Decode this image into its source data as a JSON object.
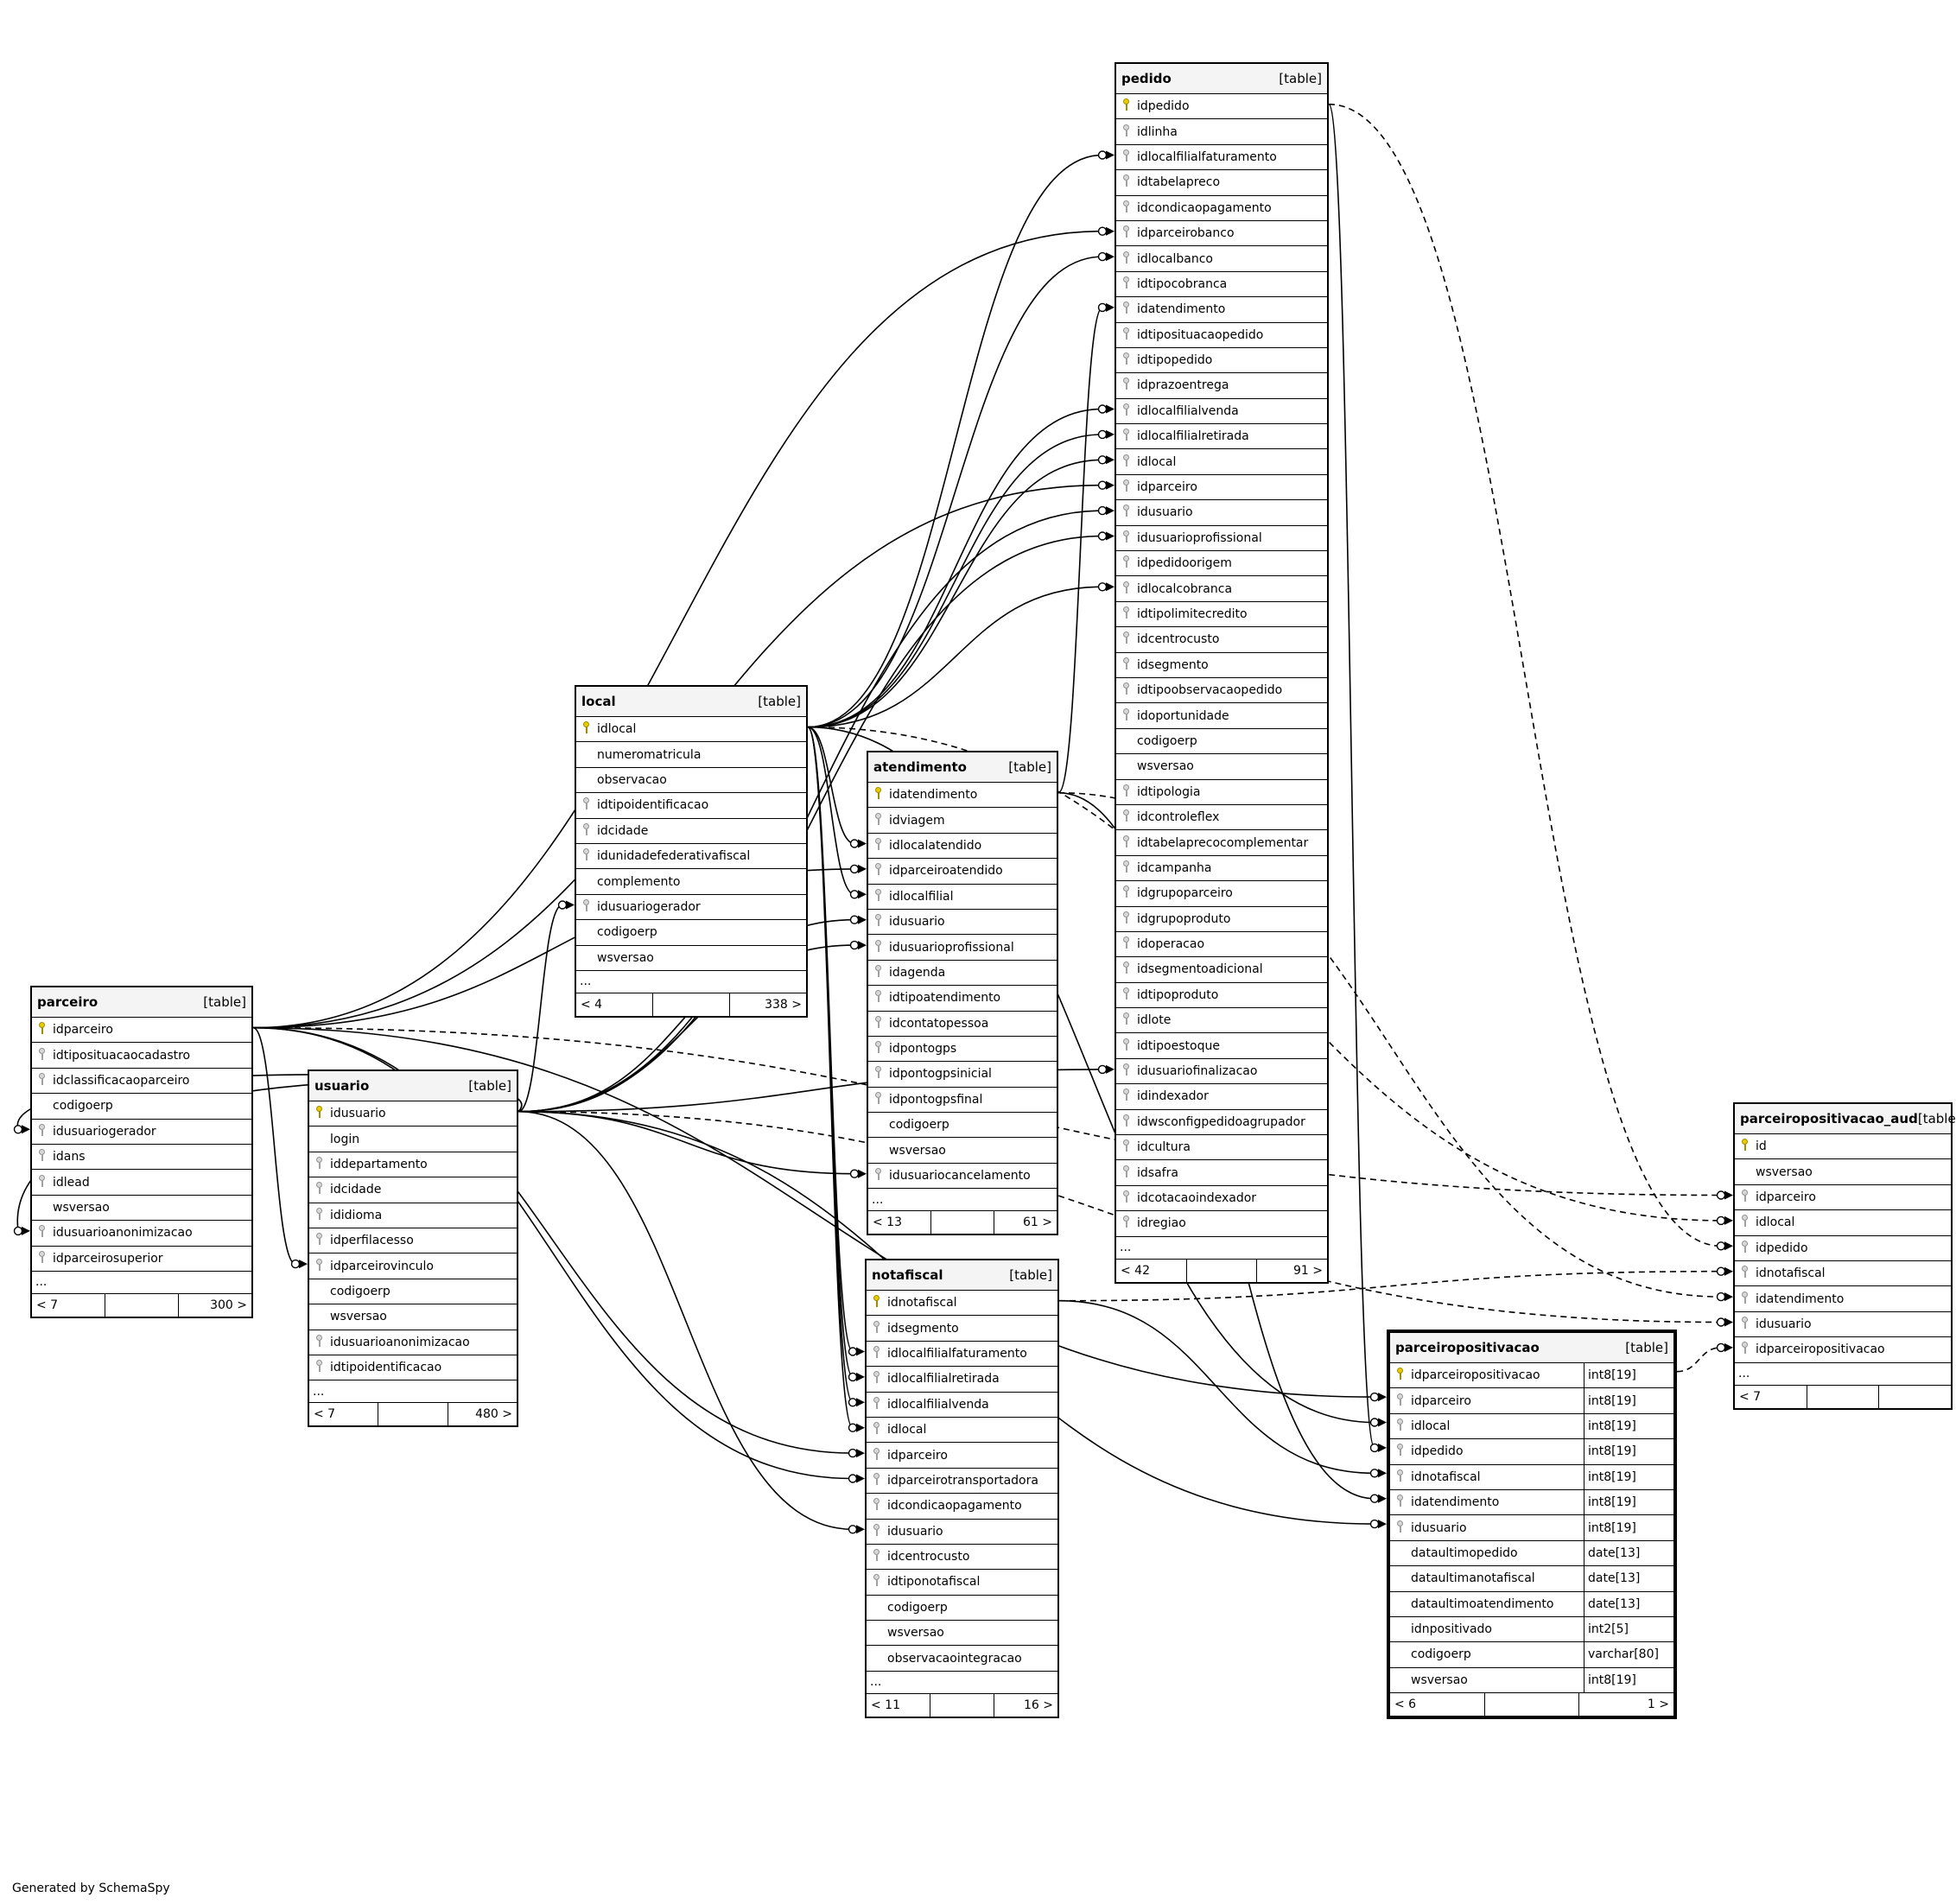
{
  "caption": "Generated by SchemaSpy",
  "table_type_label": "[table]",
  "tables": [
    {
      "id": "pedido",
      "name": "pedido",
      "focus": false,
      "columns": [
        {
          "name": "idpedido",
          "key": "pk"
        },
        {
          "name": "idlinha",
          "key": "fk"
        },
        {
          "name": "idlocalfilialfaturamento",
          "key": "fk"
        },
        {
          "name": "idtabelapreco",
          "key": "fk"
        },
        {
          "name": "idcondicaopagamento",
          "key": "fk"
        },
        {
          "name": "idparceirobanco",
          "key": "fk"
        },
        {
          "name": "idlocalbanco",
          "key": "fk"
        },
        {
          "name": "idtipocobranca",
          "key": "fk"
        },
        {
          "name": "idatendimento",
          "key": "fk"
        },
        {
          "name": "idtiposituacaopedido",
          "key": "fk"
        },
        {
          "name": "idtipopedido",
          "key": "fk"
        },
        {
          "name": "idprazoentrega",
          "key": "fk"
        },
        {
          "name": "idlocalfilialvenda",
          "key": "fk"
        },
        {
          "name": "idlocalfilialretirada",
          "key": "fk"
        },
        {
          "name": "idlocal",
          "key": "fk"
        },
        {
          "name": "idparceiro",
          "key": "fk"
        },
        {
          "name": "idusuario",
          "key": "fk"
        },
        {
          "name": "idusuarioprofissional",
          "key": "fk"
        },
        {
          "name": "idpedidoorigem",
          "key": "fk"
        },
        {
          "name": "idlocalcobranca",
          "key": "fk"
        },
        {
          "name": "idtipolimitecredito",
          "key": "fk"
        },
        {
          "name": "idcentrocusto",
          "key": "fk"
        },
        {
          "name": "idsegmento",
          "key": "fk"
        },
        {
          "name": "idtipoobservacaopedido",
          "key": "fk"
        },
        {
          "name": "idoportunidade",
          "key": "fk"
        },
        {
          "name": "codigoerp",
          "key": ""
        },
        {
          "name": "wsversao",
          "key": ""
        },
        {
          "name": "idtipologia",
          "key": "fk"
        },
        {
          "name": "idcontroleflex",
          "key": "fk"
        },
        {
          "name": "idtabelaprecocomplementar",
          "key": "fk"
        },
        {
          "name": "idcampanha",
          "key": "fk"
        },
        {
          "name": "idgrupoparceiro",
          "key": "fk"
        },
        {
          "name": "idgrupoproduto",
          "key": "fk"
        },
        {
          "name": "idoperacao",
          "key": "fk"
        },
        {
          "name": "idsegmentoadicional",
          "key": "fk"
        },
        {
          "name": "idtipoproduto",
          "key": "fk"
        },
        {
          "name": "idlote",
          "key": "fk"
        },
        {
          "name": "idtipoestoque",
          "key": "fk"
        },
        {
          "name": "idusuariofinalizacao",
          "key": "fk"
        },
        {
          "name": "idindexador",
          "key": "fk"
        },
        {
          "name": "idwsconfigpedidoagrupador",
          "key": "fk"
        },
        {
          "name": "idcultura",
          "key": "fk"
        },
        {
          "name": "idsafra",
          "key": "fk"
        },
        {
          "name": "idcotacaoindexador",
          "key": "fk"
        },
        {
          "name": "idregiao",
          "key": "fk"
        }
      ],
      "more": "...",
      "footer": [
        "< 42",
        "",
        "91 >"
      ]
    },
    {
      "id": "local",
      "name": "local",
      "focus": false,
      "columns": [
        {
          "name": "idlocal",
          "key": "pk"
        },
        {
          "name": "numeromatricula",
          "key": ""
        },
        {
          "name": "observacao",
          "key": ""
        },
        {
          "name": "idtipoidentificacao",
          "key": "fk"
        },
        {
          "name": "idcidade",
          "key": "fk"
        },
        {
          "name": "idunidadefederativafiscal",
          "key": "fk"
        },
        {
          "name": "complemento",
          "key": ""
        },
        {
          "name": "idusuariogerador",
          "key": "fk"
        },
        {
          "name": "codigoerp",
          "key": ""
        },
        {
          "name": "wsversao",
          "key": ""
        }
      ],
      "more": "...",
      "footer": [
        "< 4",
        "",
        "338 >"
      ]
    },
    {
      "id": "atendimento",
      "name": "atendimento",
      "focus": false,
      "columns": [
        {
          "name": "idatendimento",
          "key": "pk"
        },
        {
          "name": "idviagem",
          "key": "fk"
        },
        {
          "name": "idlocalatendido",
          "key": "fk"
        },
        {
          "name": "idparceiroatendido",
          "key": "fk"
        },
        {
          "name": "idlocalfilial",
          "key": "fk"
        },
        {
          "name": "idusuario",
          "key": "fk"
        },
        {
          "name": "idusuarioprofissional",
          "key": "fk"
        },
        {
          "name": "idagenda",
          "key": "fk"
        },
        {
          "name": "idtipoatendimento",
          "key": "fk"
        },
        {
          "name": "idcontatopessoa",
          "key": "fk"
        },
        {
          "name": "idpontogps",
          "key": "fk"
        },
        {
          "name": "idpontogpsinicial",
          "key": "fk"
        },
        {
          "name": "idpontogpsfinal",
          "key": "fk"
        },
        {
          "name": "codigoerp",
          "key": ""
        },
        {
          "name": "wsversao",
          "key": ""
        },
        {
          "name": "idusuariocancelamento",
          "key": "fk"
        }
      ],
      "more": "...",
      "footer": [
        "< 13",
        "",
        "61 >"
      ]
    },
    {
      "id": "parceiro",
      "name": "parceiro",
      "focus": false,
      "columns": [
        {
          "name": "idparceiro",
          "key": "pk"
        },
        {
          "name": "idtiposituacaocadastro",
          "key": "fk"
        },
        {
          "name": "idclassificacaoparceiro",
          "key": "fk"
        },
        {
          "name": "codigoerp",
          "key": ""
        },
        {
          "name": "idusuariogerador",
          "key": "fk"
        },
        {
          "name": "idans",
          "key": "fk"
        },
        {
          "name": "idlead",
          "key": "fk"
        },
        {
          "name": "wsversao",
          "key": ""
        },
        {
          "name": "idusuarioanonimizacao",
          "key": "fk"
        },
        {
          "name": "idparceirosuperior",
          "key": "fk"
        }
      ],
      "more": "...",
      "footer": [
        "< 7",
        "",
        "300 >"
      ]
    },
    {
      "id": "usuario",
      "name": "usuario",
      "focus": false,
      "columns": [
        {
          "name": "idusuario",
          "key": "pk"
        },
        {
          "name": "login",
          "key": ""
        },
        {
          "name": "iddepartamento",
          "key": "fk"
        },
        {
          "name": "idcidade",
          "key": "fk"
        },
        {
          "name": "ididioma",
          "key": "fk"
        },
        {
          "name": "idperfilacesso",
          "key": "fk"
        },
        {
          "name": "idparceirovinculo",
          "key": "fk"
        },
        {
          "name": "codigoerp",
          "key": ""
        },
        {
          "name": "wsversao",
          "key": ""
        },
        {
          "name": "idusuarioanonimizacao",
          "key": "fk"
        },
        {
          "name": "idtipoidentificacao",
          "key": "fk"
        }
      ],
      "more": "...",
      "footer": [
        "< 7",
        "",
        "480 >"
      ]
    },
    {
      "id": "notafiscal",
      "name": "notafiscal",
      "focus": false,
      "columns": [
        {
          "name": "idnotafiscal",
          "key": "pk"
        },
        {
          "name": "idsegmento",
          "key": "fk"
        },
        {
          "name": "idlocalfilialfaturamento",
          "key": "fk"
        },
        {
          "name": "idlocalfilialretirada",
          "key": "fk"
        },
        {
          "name": "idlocalfilialvenda",
          "key": "fk"
        },
        {
          "name": "idlocal",
          "key": "fk"
        },
        {
          "name": "idparceiro",
          "key": "fk"
        },
        {
          "name": "idparceirotransportadora",
          "key": "fk"
        },
        {
          "name": "idcondicaopagamento",
          "key": "fk"
        },
        {
          "name": "idusuario",
          "key": "fk"
        },
        {
          "name": "idcentrocusto",
          "key": "fk"
        },
        {
          "name": "idtiponotafiscal",
          "key": "fk"
        },
        {
          "name": "codigoerp",
          "key": ""
        },
        {
          "name": "wsversao",
          "key": ""
        },
        {
          "name": "observacaointegracao",
          "key": ""
        }
      ],
      "more": "...",
      "footer": [
        "< 11",
        "",
        "16 >"
      ]
    },
    {
      "id": "parceiropositivacao",
      "name": "parceiropositivacao",
      "focus": true,
      "columns": [
        {
          "name": "idparceiropositivacao",
          "key": "pk",
          "type": "int8[19]"
        },
        {
          "name": "idparceiro",
          "key": "fk",
          "type": "int8[19]"
        },
        {
          "name": "idlocal",
          "key": "fk",
          "type": "int8[19]"
        },
        {
          "name": "idpedido",
          "key": "fk",
          "type": "int8[19]"
        },
        {
          "name": "idnotafiscal",
          "key": "fk",
          "type": "int8[19]"
        },
        {
          "name": "idatendimento",
          "key": "fk",
          "type": "int8[19]"
        },
        {
          "name": "idusuario",
          "key": "fk",
          "type": "int8[19]"
        },
        {
          "name": "dataultimopedido",
          "key": "",
          "type": "date[13]"
        },
        {
          "name": "dataultimanotafiscal",
          "key": "",
          "type": "date[13]"
        },
        {
          "name": "dataultimoatendimento",
          "key": "",
          "type": "date[13]"
        },
        {
          "name": "idnpositivado",
          "key": "",
          "type": "int2[5]"
        },
        {
          "name": "codigoerp",
          "key": "",
          "type": "varchar[80]"
        },
        {
          "name": "wsversao",
          "key": "",
          "type": "int8[19]"
        }
      ],
      "more": "",
      "footer": [
        "< 6",
        "",
        "1 >"
      ]
    },
    {
      "id": "parceiropositivacao_aud",
      "name": "parceiropositivacao_aud",
      "focus": false,
      "columns": [
        {
          "name": "id",
          "key": "pk"
        },
        {
          "name": "wsversao",
          "key": ""
        },
        {
          "name": "idparceiro",
          "key": "fk"
        },
        {
          "name": "idlocal",
          "key": "fk"
        },
        {
          "name": "idpedido",
          "key": "fk"
        },
        {
          "name": "idnotafiscal",
          "key": "fk"
        },
        {
          "name": "idatendimento",
          "key": "fk"
        },
        {
          "name": "idusuario",
          "key": "fk"
        },
        {
          "name": "idparceiropositivacao",
          "key": "fk"
        }
      ],
      "more": "...",
      "footer": [
        "< 7",
        "",
        ""
      ]
    }
  ],
  "relationships": [
    {
      "from": "local",
      "col": "idlocal",
      "to": "pedido",
      "fkcol": "idlocalfilialfaturamento",
      "style": "solid"
    },
    {
      "from": "parceiro",
      "col": "idparceiro",
      "to": "pedido",
      "fkcol": "idparceirobanco",
      "style": "solid"
    },
    {
      "from": "local",
      "col": "idlocal",
      "to": "pedido",
      "fkcol": "idlocalbanco",
      "style": "solid"
    },
    {
      "from": "atendimento",
      "col": "idatendimento",
      "to": "pedido",
      "fkcol": "idatendimento",
      "style": "solid"
    },
    {
      "from": "local",
      "col": "idlocal",
      "to": "pedido",
      "fkcol": "idlocalfilialvenda",
      "style": "solid"
    },
    {
      "from": "local",
      "col": "idlocal",
      "to": "pedido",
      "fkcol": "idlocalfilialretirada",
      "style": "solid"
    },
    {
      "from": "local",
      "col": "idlocal",
      "to": "pedido",
      "fkcol": "idlocal",
      "style": "solid"
    },
    {
      "from": "parceiro",
      "col": "idparceiro",
      "to": "pedido",
      "fkcol": "idparceiro",
      "style": "solid"
    },
    {
      "from": "usuario",
      "col": "idusuario",
      "to": "pedido",
      "fkcol": "idusuario",
      "style": "solid"
    },
    {
      "from": "usuario",
      "col": "idusuario",
      "to": "pedido",
      "fkcol": "idusuarioprofissional",
      "style": "solid"
    },
    {
      "from": "local",
      "col": "idlocal",
      "to": "pedido",
      "fkcol": "idlocalcobranca",
      "style": "solid"
    },
    {
      "from": "usuario",
      "col": "idusuario",
      "to": "pedido",
      "fkcol": "idusuariofinalizacao",
      "style": "solid"
    },
    {
      "from": "usuario",
      "col": "idusuario",
      "to": "local",
      "fkcol": "idusuariogerador",
      "style": "solid"
    },
    {
      "from": "local",
      "col": "idlocal",
      "to": "atendimento",
      "fkcol": "idlocalatendido",
      "style": "solid"
    },
    {
      "from": "parceiro",
      "col": "idparceiro",
      "to": "atendimento",
      "fkcol": "idparceiroatendido",
      "style": "solid"
    },
    {
      "from": "local",
      "col": "idlocal",
      "to": "atendimento",
      "fkcol": "idlocalfilial",
      "style": "solid"
    },
    {
      "from": "usuario",
      "col": "idusuario",
      "to": "atendimento",
      "fkcol": "idusuario",
      "style": "solid"
    },
    {
      "from": "usuario",
      "col": "idusuario",
      "to": "atendimento",
      "fkcol": "idusuarioprofissional",
      "style": "solid"
    },
    {
      "from": "usuario",
      "col": "idusuario",
      "to": "atendimento",
      "fkcol": "idusuariocancelamento",
      "style": "solid"
    },
    {
      "from": "usuario",
      "col": "idusuario",
      "to": "parceiro",
      "fkcol": "idusuariogerador",
      "style": "solid"
    },
    {
      "from": "usuario",
      "col": "idusuario",
      "to": "parceiro",
      "fkcol": "idusuarioanonimizacao",
      "style": "solid"
    },
    {
      "from": "parceiro",
      "col": "idparceiro",
      "to": "usuario",
      "fkcol": "idparceirovinculo",
      "style": "solid"
    },
    {
      "from": "local",
      "col": "idlocal",
      "to": "notafiscal",
      "fkcol": "idlocalfilialfaturamento",
      "style": "solid"
    },
    {
      "from": "local",
      "col": "idlocal",
      "to": "notafiscal",
      "fkcol": "idlocalfilialretirada",
      "style": "solid"
    },
    {
      "from": "local",
      "col": "idlocal",
      "to": "notafiscal",
      "fkcol": "idlocalfilialvenda",
      "style": "solid"
    },
    {
      "from": "local",
      "col": "idlocal",
      "to": "notafiscal",
      "fkcol": "idlocal",
      "style": "solid"
    },
    {
      "from": "parceiro",
      "col": "idparceiro",
      "to": "notafiscal",
      "fkcol": "idparceiro",
      "style": "solid"
    },
    {
      "from": "parceiro",
      "col": "idparceiro",
      "to": "notafiscal",
      "fkcol": "idparceirotransportadora",
      "style": "solid"
    },
    {
      "from": "usuario",
      "col": "idusuario",
      "to": "notafiscal",
      "fkcol": "idusuario",
      "style": "solid"
    },
    {
      "from": "parceiro",
      "col": "idparceiro",
      "to": "parceiropositivacao",
      "fkcol": "idparceiro",
      "style": "solid"
    },
    {
      "from": "local",
      "col": "idlocal",
      "to": "parceiropositivacao",
      "fkcol": "idlocal",
      "style": "solid"
    },
    {
      "from": "pedido",
      "col": "idpedido",
      "to": "parceiropositivacao",
      "fkcol": "idpedido",
      "style": "solid"
    },
    {
      "from": "notafiscal",
      "col": "idnotafiscal",
      "to": "parceiropositivacao",
      "fkcol": "idnotafiscal",
      "style": "solid"
    },
    {
      "from": "atendimento",
      "col": "idatendimento",
      "to": "parceiropositivacao",
      "fkcol": "idatendimento",
      "style": "solid"
    },
    {
      "from": "usuario",
      "col": "idusuario",
      "to": "parceiropositivacao",
      "fkcol": "idusuario",
      "style": "solid"
    },
    {
      "from": "parceiro",
      "col": "idparceiro",
      "to": "parceiropositivacao_aud",
      "fkcol": "idparceiro",
      "style": "dashed"
    },
    {
      "from": "local",
      "col": "idlocal",
      "to": "parceiropositivacao_aud",
      "fkcol": "idlocal",
      "style": "dashed"
    },
    {
      "from": "pedido",
      "col": "idpedido",
      "to": "parceiropositivacao_aud",
      "fkcol": "idpedido",
      "style": "dashed"
    },
    {
      "from": "notafiscal",
      "col": "idnotafiscal",
      "to": "parceiropositivacao_aud",
      "fkcol": "idnotafiscal",
      "style": "dashed"
    },
    {
      "from": "atendimento",
      "col": "idatendimento",
      "to": "parceiropositivacao_aud",
      "fkcol": "idatendimento",
      "style": "dashed"
    },
    {
      "from": "usuario",
      "col": "idusuario",
      "to": "parceiropositivacao_aud",
      "fkcol": "idusuario",
      "style": "dashed"
    },
    {
      "from": "parceiropositivacao",
      "col": "idparceiropositivacao",
      "to": "parceiropositivacao_aud",
      "fkcol": "idparceiropositivacao",
      "style": "dashed"
    }
  ]
}
